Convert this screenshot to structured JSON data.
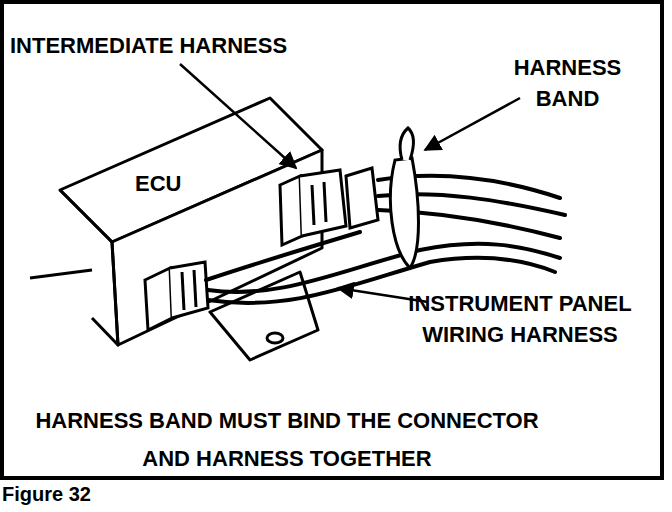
{
  "diagram": {
    "caption": "Figure 32",
    "labels": [
      "INTERMEDIATE HARNESS",
      "HARNESS BAND",
      "ECU",
      "INSTRUMENT PANEL WIRING HARNESS",
      "HARNESS BAND MUST BIND THE CONNECTOR AND HARNESS TOGETHER"
    ]
  }
}
